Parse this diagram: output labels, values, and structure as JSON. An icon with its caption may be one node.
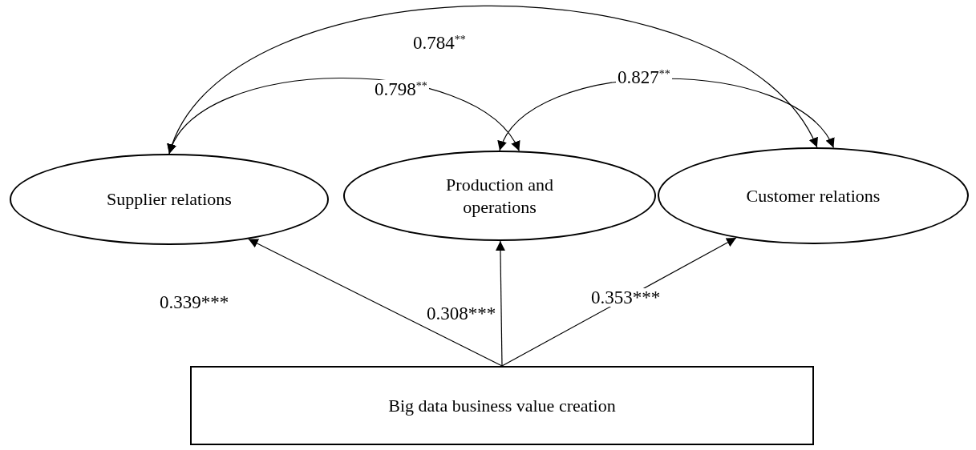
{
  "diagram": {
    "nodes": [
      {
        "text": [
          "Supplier relations"
        ]
      },
      {
        "text": [
          "Production and operations"
        ]
      },
      {
        "text": [
          "Customer relations"
        ]
      },
      {
        "text": [
          "Big data business value creation"
        ]
      }
    ],
    "edges": [
      {
        "from": 3,
        "to": 0,
        "arrow": "to",
        "label": "0.339***"
      },
      {
        "from": 3,
        "to": 1,
        "arrow": "to",
        "label": "0.308***"
      },
      {
        "from": 3,
        "to": 2,
        "arrow": "to",
        "label": "0.353***"
      },
      {
        "from": 0,
        "to": 2,
        "arrow": "both",
        "label": "0.784$^{**}$"
      },
      {
        "from": 0,
        "to": 1,
        "arrow": "both",
        "label": "0.798$^{**}$"
      },
      {
        "from": 1,
        "to": 2,
        "arrow": "both",
        "label": "0.827$^{**}$"
      }
    ]
  }
}
